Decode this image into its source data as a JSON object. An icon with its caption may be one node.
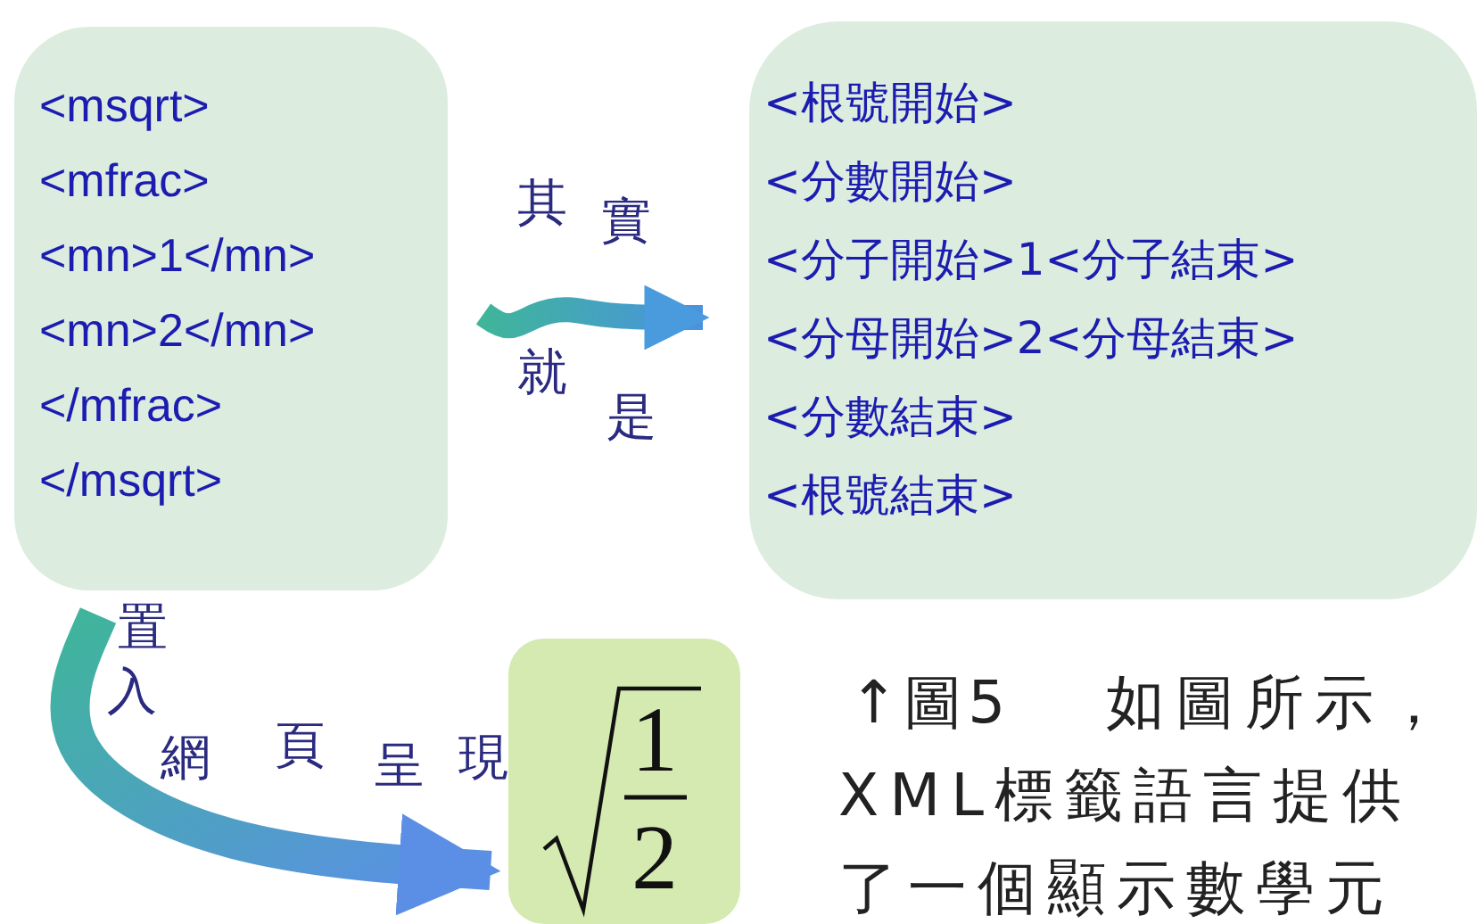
{
  "diagram": {
    "nodes": [
      {
        "text": [
          "<msqrt>",
          "<mfrac>",
          "<mn>1</mn>",
          "<mn>2</mn>",
          "</mfrac>",
          "</msqrt>"
        ]
      },
      {
        "text": [
          "<根號開始>",
          "<分數開始>",
          "<分子開始>1<分子結束>",
          "<分母開始>2<分母結束>",
          "<分數結束>",
          "<根號結束>"
        ]
      },
      {
        "text": [
          "1",
          "2"
        ]
      }
    ],
    "edges": [
      {
        "from": 0,
        "to": 1,
        "arrow": "to",
        "label": "其實就是"
      },
      {
        "from": 0,
        "to": 2,
        "arrow": "to",
        "label": "置入網頁呈現"
      }
    ],
    "labels": [
      "↑圖5",
      "如圖所示，XML標籤語言提供了一個顯示數學元"
    ]
  }
}
